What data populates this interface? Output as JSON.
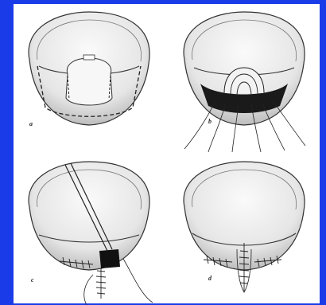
{
  "figure": {
    "panels": [
      {
        "label": "a"
      },
      {
        "label": "b"
      },
      {
        "label": "c"
      },
      {
        "label": "d"
      }
    ]
  },
  "colors": {
    "border": "#1a3ce8",
    "plate": "#ffffff",
    "tissue": "#ececec",
    "line": "#222222"
  }
}
